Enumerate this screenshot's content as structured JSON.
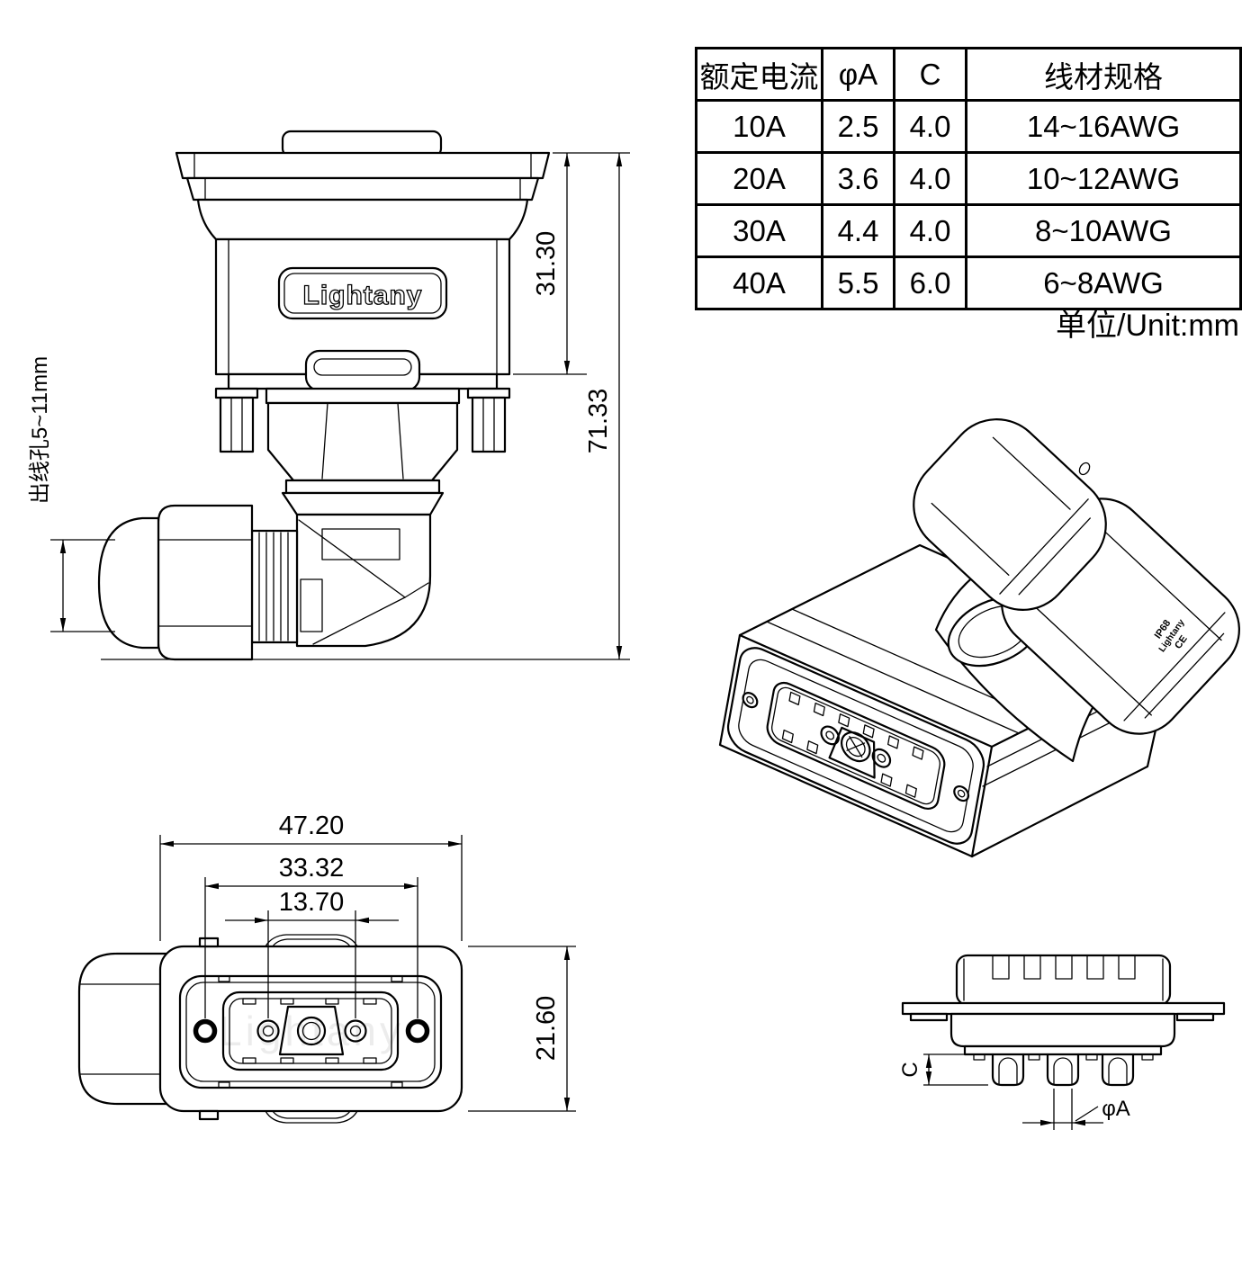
{
  "page": {
    "background": "#ffffff",
    "line_color": "#000000"
  },
  "brand": "Lightany",
  "spec_table": {
    "headers": [
      "额定电流",
      "φA",
      "C",
      "线材规格"
    ],
    "rows": [
      [
        "10A",
        "2.5",
        "4.0",
        "14~16AWG"
      ],
      [
        "20A",
        "3.6",
        "4.0",
        "10~12AWG"
      ],
      [
        "30A",
        "4.4",
        "4.0",
        "8~10AWG"
      ],
      [
        "40A",
        "5.5",
        "6.0",
        "6~8AWG"
      ]
    ],
    "unit_note": "单位/Unit:mm"
  },
  "front_view": {
    "logo_text": "Lightany",
    "dim_body_height": "31.30",
    "dim_total_height": "71.33",
    "cable_hole_label": "出线孔5~11mm"
  },
  "face_view": {
    "dim_overall_width": "47.20",
    "dim_mount_hole_span": "33.32",
    "dim_contact_span": "13.70",
    "dim_overall_height": "21.60",
    "watermark": "Lightany"
  },
  "isometric_view": {
    "marking_ip": "IP68",
    "marking_brand": "Lightany",
    "marking_ce": "CE"
  },
  "profile_view": {
    "dim_c_label": "C",
    "dim_diameter_label": "φA"
  }
}
